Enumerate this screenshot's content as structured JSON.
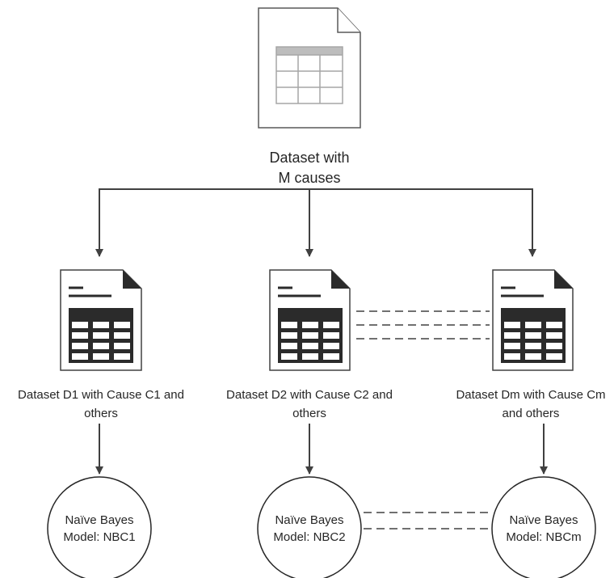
{
  "source": {
    "line1": "Dataset with",
    "line2": "M causes"
  },
  "datasets": [
    {
      "line1": "Dataset D1 with Cause C1 and",
      "line2": "others"
    },
    {
      "line1": "Dataset D2 with Cause C2 and",
      "line2": "others"
    },
    {
      "line1": "Dataset Dm with Cause Cm",
      "line2": "and others"
    }
  ],
  "models": [
    {
      "line1": "Naïve Bayes",
      "line2": "Model: NBC1"
    },
    {
      "line1": "Naïve Bayes",
      "line2": "Model: NBC2"
    },
    {
      "line1": "Naïve Bayes",
      "line2": "Model: NBCm"
    }
  ],
  "colors": {
    "stroke": "#404040",
    "icon_dark": "#2b2b2b",
    "icon_light_grid": "#bfbfbf",
    "text": "#262626"
  }
}
